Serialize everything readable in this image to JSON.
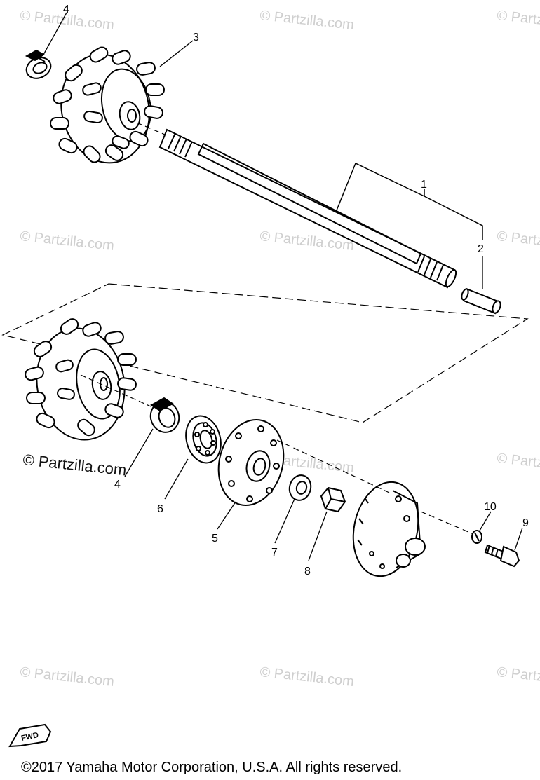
{
  "watermark": {
    "text": "© Partzilla.com",
    "mark": "© Partzilla.com"
  },
  "callouts": {
    "c1": "1",
    "c2": "2",
    "c3": "3",
    "c4_top": "4",
    "c4_bottom": "4",
    "c5": "5",
    "c6": "6",
    "c7": "7",
    "c8": "8",
    "c9": "9",
    "c10": "10"
  },
  "fwd_label": "FWD",
  "copyright": "©2017 Yamaha Motor Corporation, U.S.A. All rights reserved."
}
